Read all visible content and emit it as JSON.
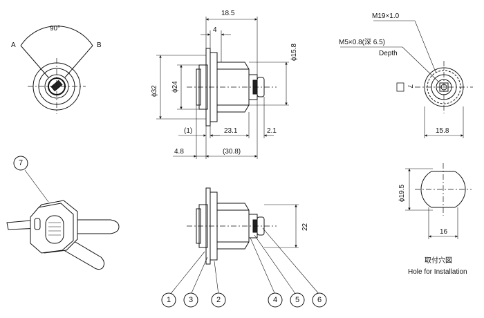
{
  "front_view": {
    "angle": "90°",
    "label_a": "A",
    "label_b": "B"
  },
  "side_view": {
    "dim_18_5": "18.5",
    "dim_4": "4",
    "dim_phi15_8": "ϕ15.8",
    "dim_phi32": "ϕ32",
    "dim_phi24": "ϕ24",
    "dim_1": "(1)",
    "dim_23_1": "23.1",
    "dim_2_1": "2.1",
    "dim_4_8": "4.8",
    "dim_30_8": "(30.8)"
  },
  "end_view": {
    "thread_main": "M19×1.0",
    "thread_screw": "M5×0.8(深 6.5)",
    "depth": "Depth",
    "dim_7": "7",
    "dim_15_8": "15.8"
  },
  "hole_view": {
    "dim_phi19_5": "ϕ19.5",
    "dim_16": "16",
    "caption_jp": "取付穴図",
    "caption_en": "Hole for Installation"
  },
  "assembly_view": {
    "dim_22": "22"
  },
  "key_callout": "7",
  "part_callouts": [
    "1",
    "3",
    "2",
    "4",
    "5",
    "6"
  ]
}
